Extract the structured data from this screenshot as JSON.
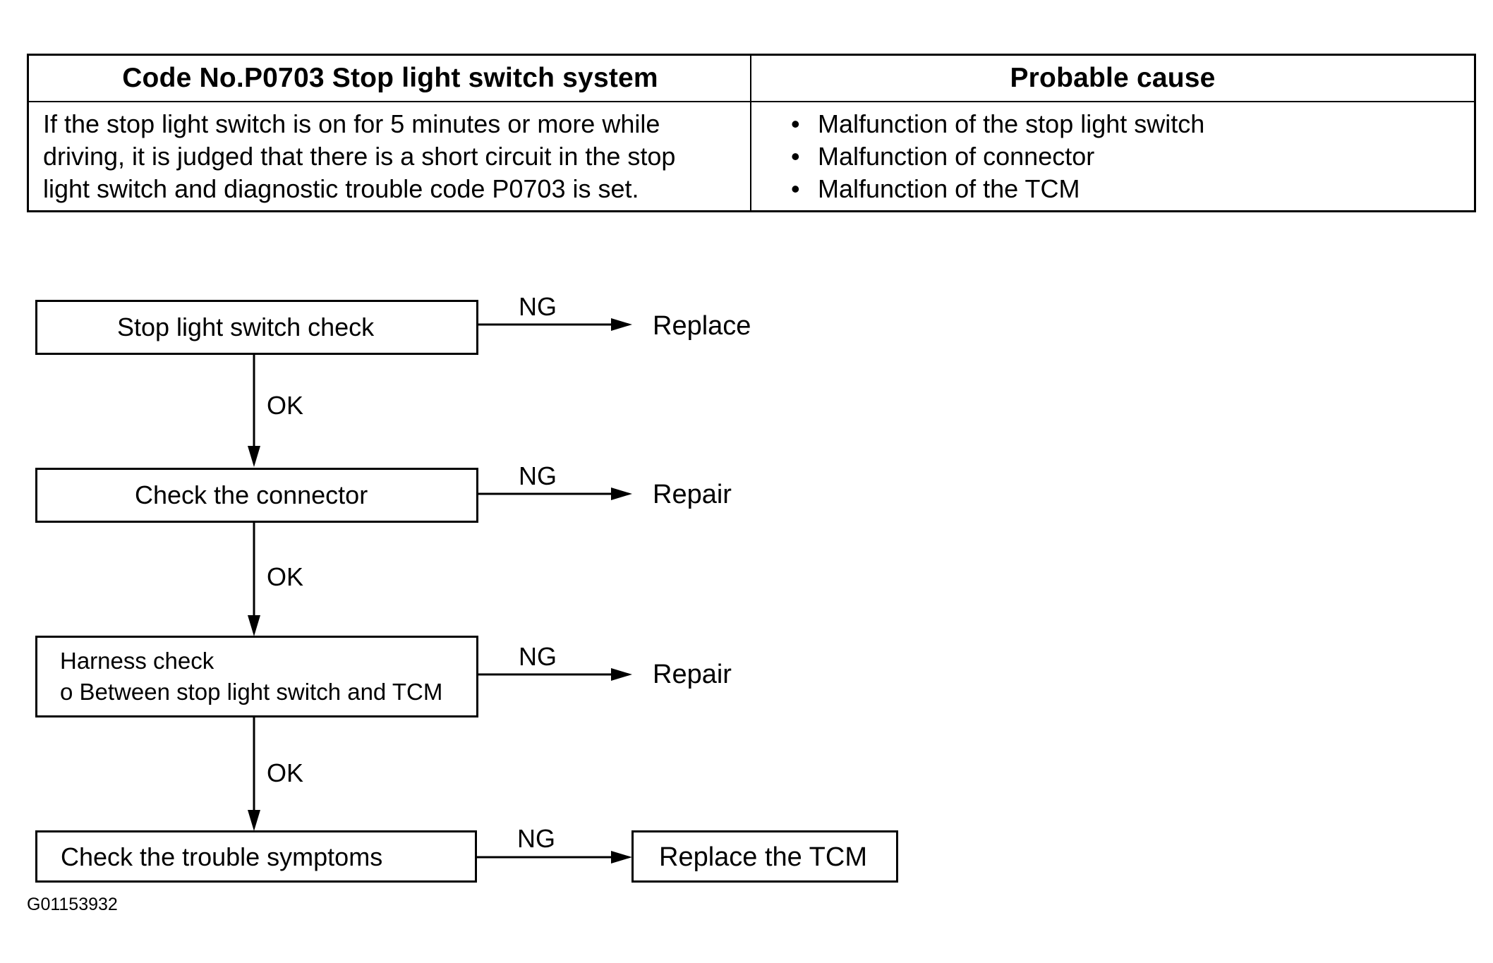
{
  "table": {
    "header_left": "Code No.P0703 Stop light switch system",
    "header_right": "Probable cause",
    "description_lines": [
      "If the stop light switch is on for 5 minutes or more while",
      "driving, it is judged that there is a short circuit in the stop",
      "light switch and diagnostic trouble code P0703 is set."
    ],
    "causes": [
      "Malfunction of the stop light switch",
      "Malfunction of connector",
      "Malfunction of the TCM"
    ]
  },
  "flowchart": {
    "steps": [
      {
        "label": "Stop light switch check",
        "ng_label": "NG",
        "ng_result": "Replace",
        "ok_label": "OK"
      },
      {
        "label": "Check the connector",
        "ng_label": "NG",
        "ng_result": "Repair",
        "ok_label": "OK"
      },
      {
        "label_line1": "Harness check",
        "label_line2": "o Between stop light switch and  TCM",
        "ng_label": "NG",
        "ng_result": "Repair",
        "ok_label": "OK"
      },
      {
        "label": "Check the trouble symptoms",
        "ng_label": "NG",
        "ng_result": "Replace the TCM"
      }
    ]
  },
  "figure_id": "G01153932"
}
